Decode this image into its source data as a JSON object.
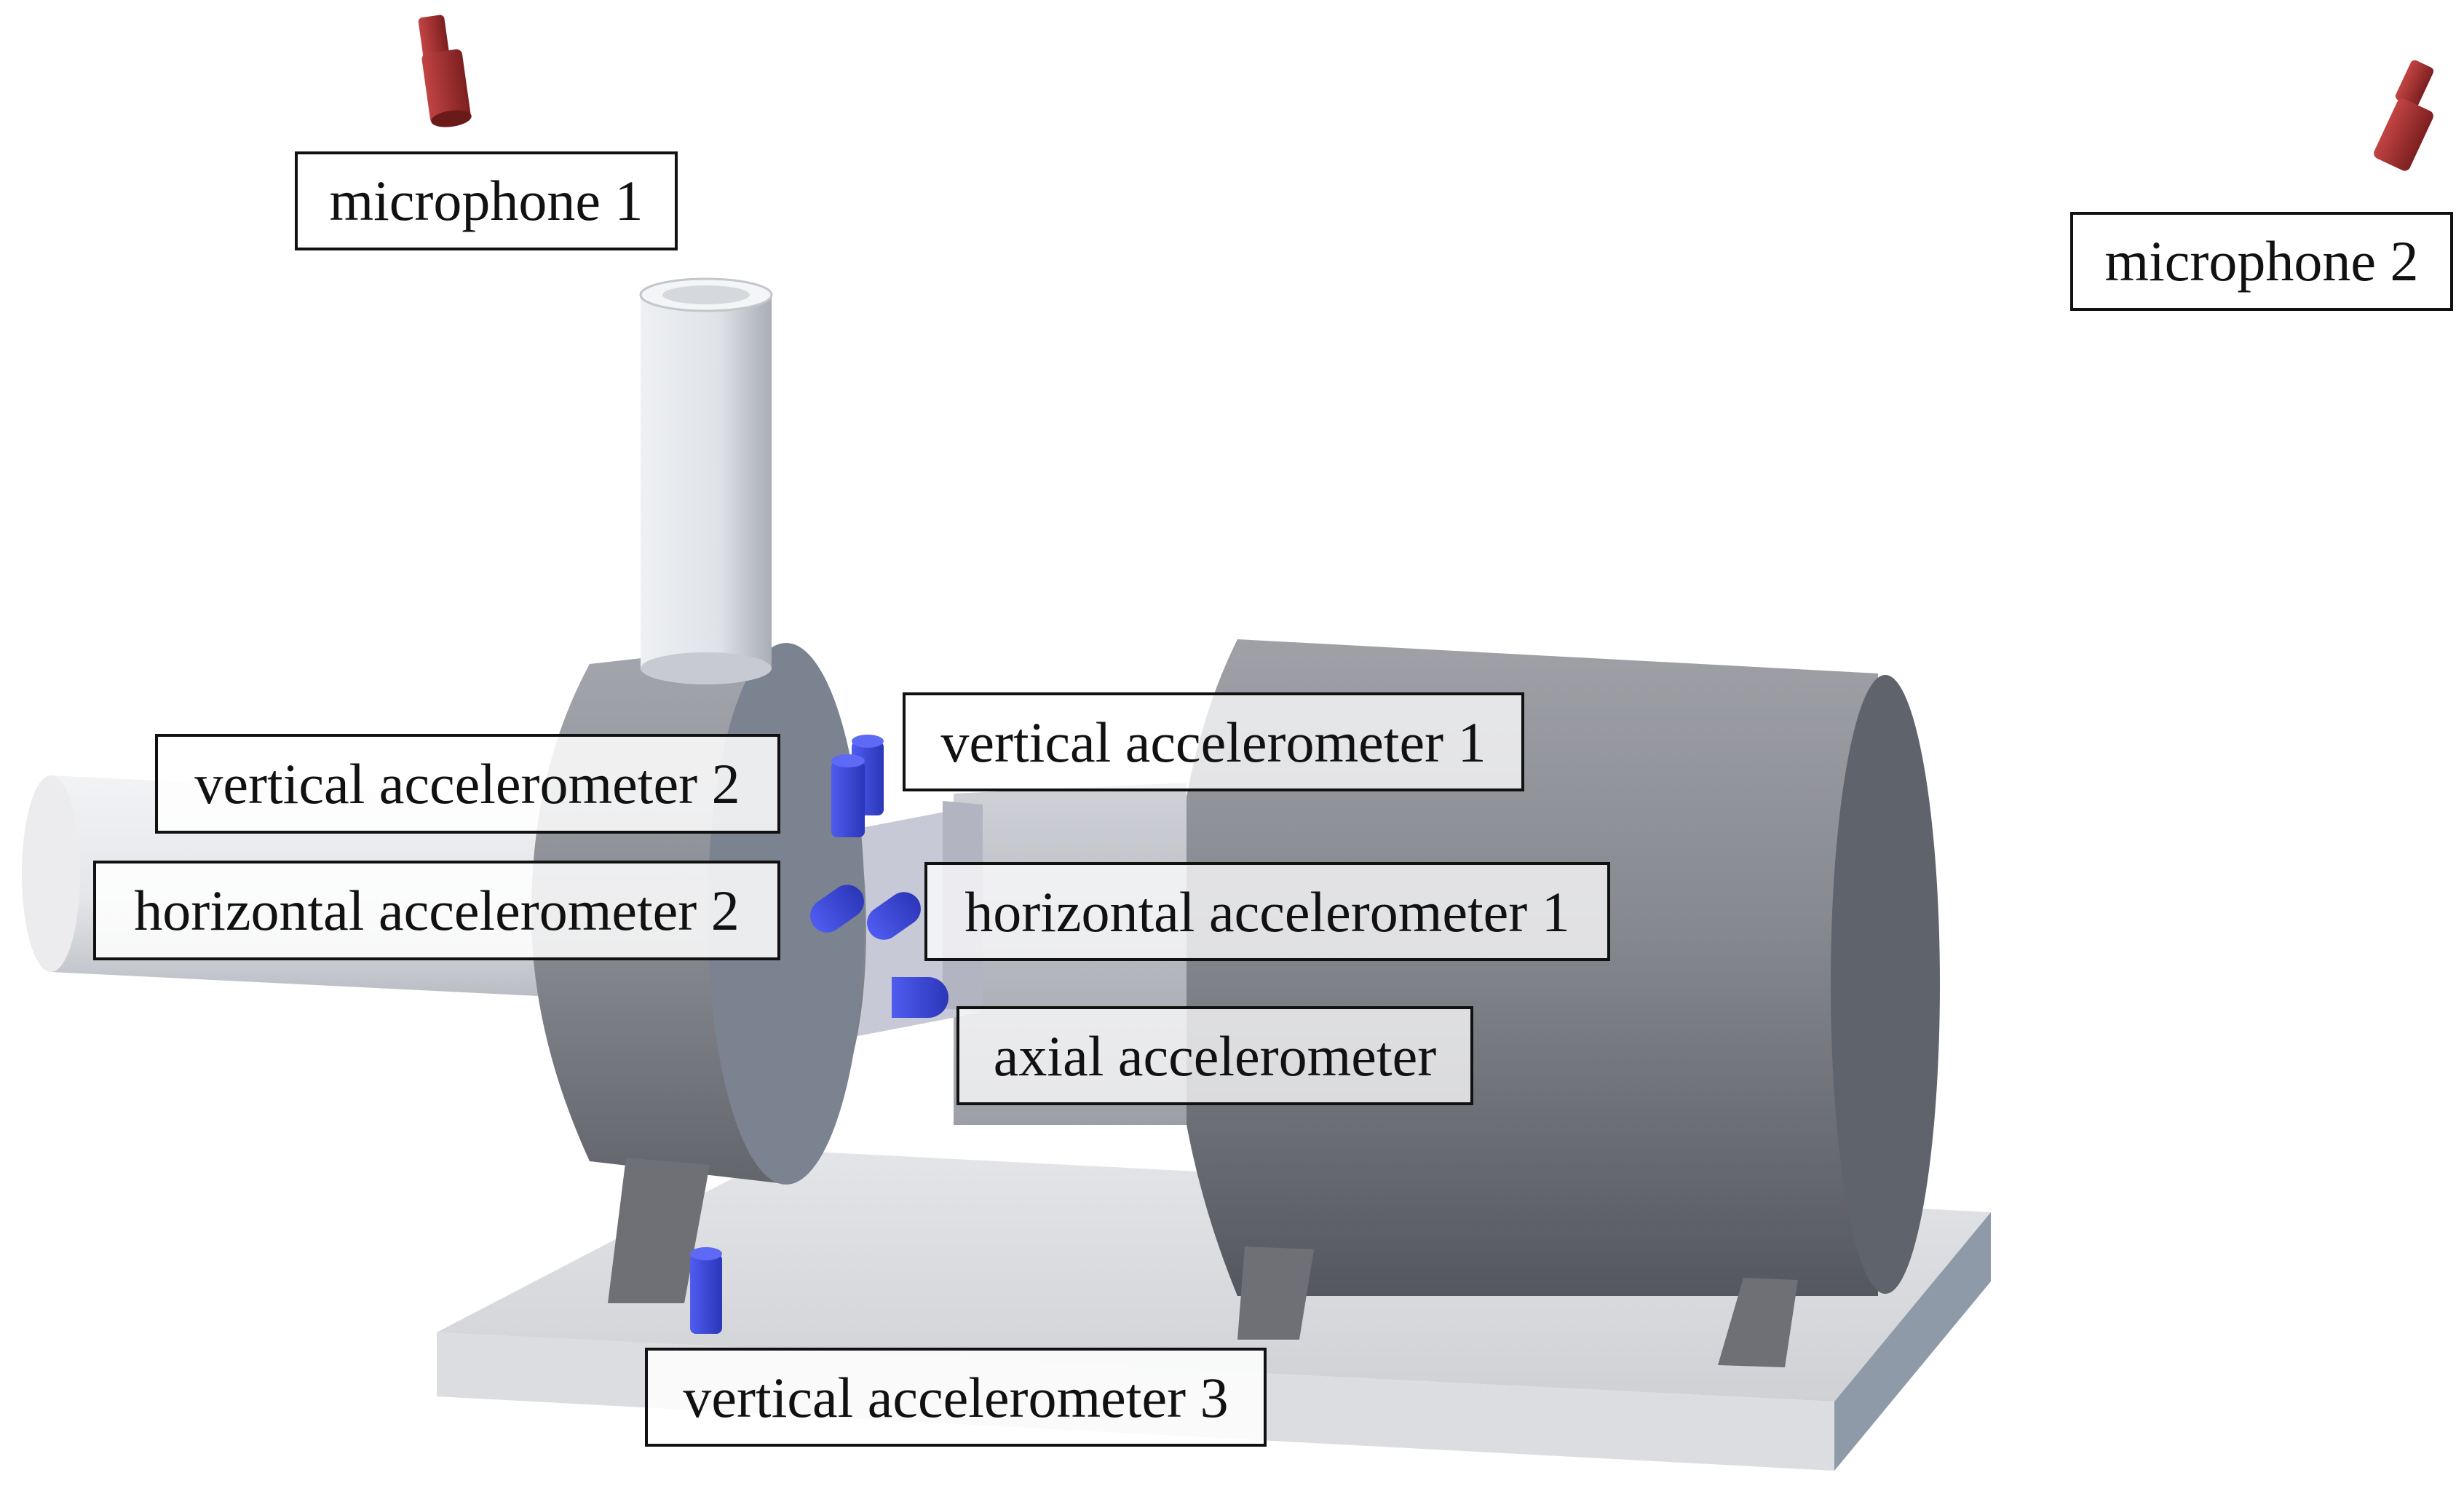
{
  "labels": {
    "microphone_1": "microphone 1",
    "microphone_2": "microphone 2",
    "vertical_accelerometer_1": "vertical accelerometer 1",
    "vertical_accelerometer_2": "vertical accelerometer 2",
    "vertical_accelerometer_3": "vertical accelerometer 3",
    "horizontal_accelerometer_1": "horizontal accelerometer 1",
    "horizontal_accelerometer_2": "horizontal accelerometer 2",
    "axial_accelerometer": "axial accelerometer"
  },
  "colors": {
    "microphone": "#a83232",
    "accelerometer": "#3b48e0",
    "pump_body": "#8a8c93",
    "motor_body": "#6f727b",
    "base_plate": "#d6d8dc",
    "pipe": "#e6e8ec"
  }
}
